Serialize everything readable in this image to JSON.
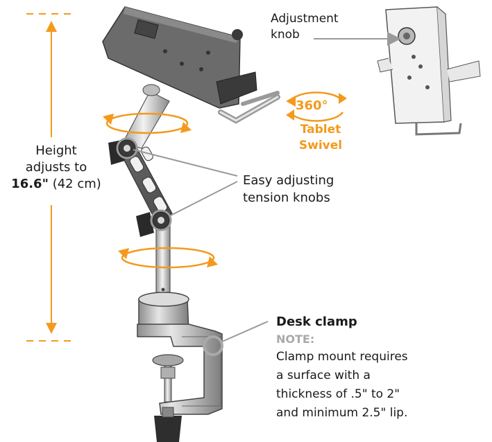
{
  "height": {
    "line1": "Height",
    "line2": "adjusts to",
    "value": "16.6\"",
    "metric": "(42 cm)"
  },
  "adjustment_knob": {
    "line1": "Adjustment",
    "line2": "knob"
  },
  "swivel": {
    "degrees": "360°",
    "line1": "Tablet",
    "line2": "Swivel"
  },
  "tension": {
    "line1": "Easy adjusting",
    "line2": "tension knobs"
  },
  "desk_clamp": {
    "title": "Desk clamp",
    "note_label": "NOTE:",
    "lines": [
      "Clamp mount requires",
      "a surface with a",
      "thickness of .5\" to 2\"",
      "and minimum 2.5\" lip."
    ]
  },
  "colors": {
    "accent": "#f39a1c",
    "pointer": "#9a9a9a",
    "metal": "#c8c8c8",
    "dark": "#3a3a3a"
  }
}
